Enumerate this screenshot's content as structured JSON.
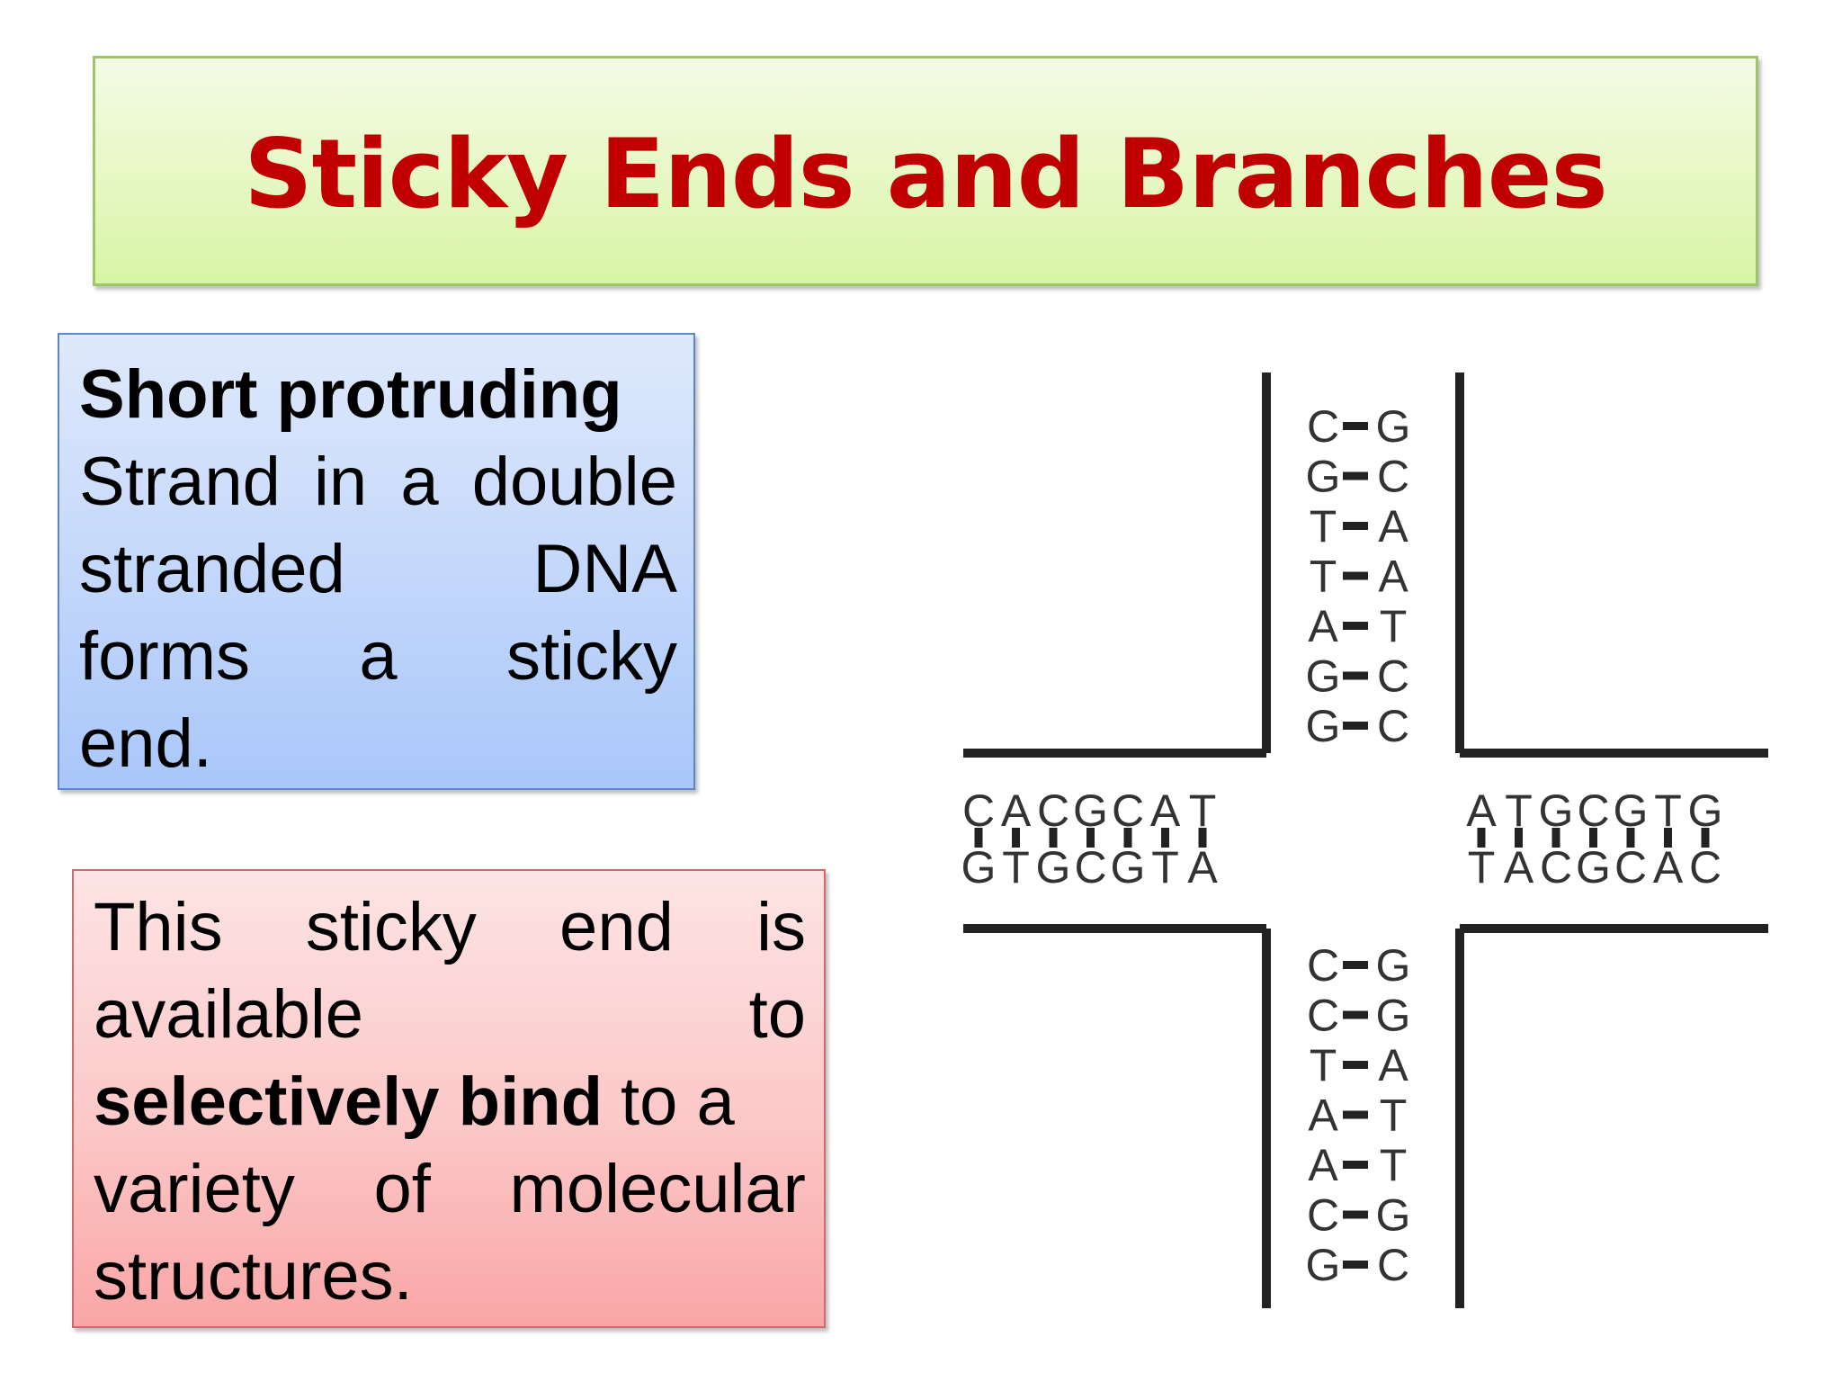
{
  "slide": {
    "title": "Sticky Ends and Branches"
  },
  "box1": {
    "heading": "Short protruding",
    "l2": [
      "Strand",
      "in",
      "a",
      "double"
    ],
    "l3": [
      "stranded",
      "DNA"
    ],
    "l4": [
      "forms",
      "a",
      "sticky"
    ],
    "l5": "end."
  },
  "box2": {
    "l1": [
      "This",
      "sticky",
      "end",
      "is"
    ],
    "l2": [
      "available",
      "to"
    ],
    "l3_bold": "selectively bind",
    "l3_rest": "to a",
    "l4": [
      "variety",
      "of",
      "molecular"
    ],
    "l5": "structures."
  },
  "diagram": {
    "top_arm": [
      [
        "C",
        "G"
      ],
      [
        "G",
        "C"
      ],
      [
        "T",
        "A"
      ],
      [
        "T",
        "A"
      ],
      [
        "A",
        "T"
      ],
      [
        "G",
        "C"
      ],
      [
        "G",
        "C"
      ]
    ],
    "bottom_arm": [
      [
        "C",
        "G"
      ],
      [
        "C",
        "G"
      ],
      [
        "T",
        "A"
      ],
      [
        "A",
        "T"
      ],
      [
        "A",
        "T"
      ],
      [
        "C",
        "G"
      ],
      [
        "G",
        "C"
      ]
    ],
    "left_arm": {
      "top": [
        "C",
        "A",
        "C",
        "G",
        "C",
        "A",
        "T"
      ],
      "bottom": [
        "G",
        "T",
        "G",
        "C",
        "G",
        "T",
        "A"
      ]
    },
    "right_arm": {
      "top": [
        "A",
        "T",
        "G",
        "C",
        "G",
        "T",
        "G"
      ],
      "bottom": [
        "T",
        "A",
        "C",
        "G",
        "C",
        "A",
        "C"
      ]
    }
  }
}
